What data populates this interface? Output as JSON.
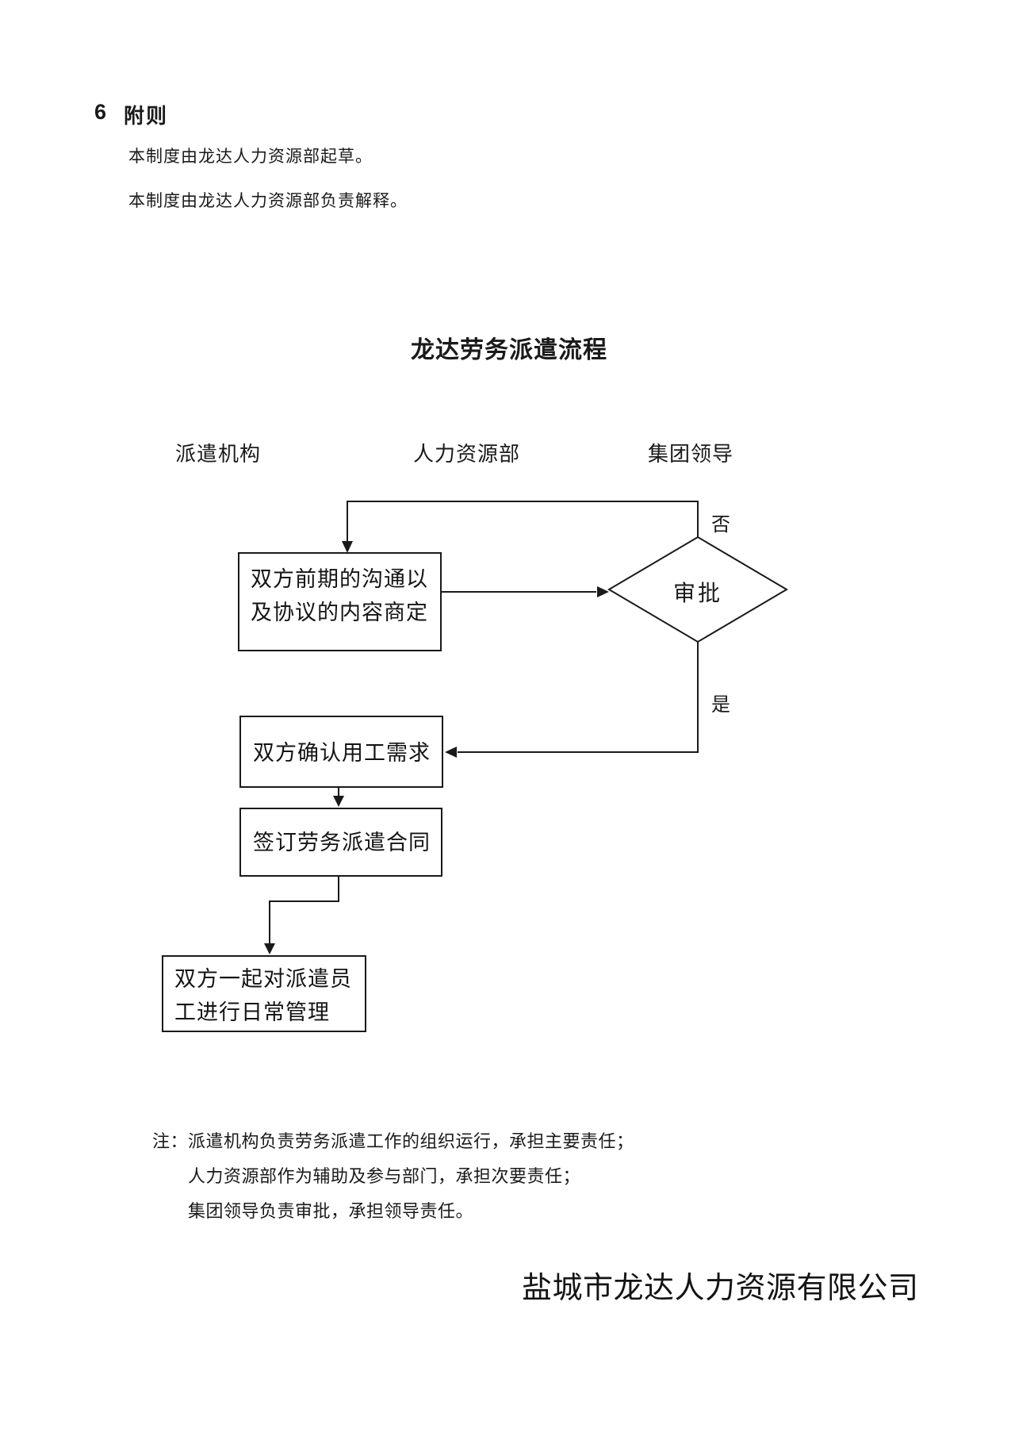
{
  "document": {
    "section_number": "6",
    "section_heading": "附则",
    "paragraph_1": "本制度由龙达人力资源部起草。",
    "paragraph_2": "本制度由龙达人力资源部负责解释。"
  },
  "flowchart": {
    "title": "龙达劳务派遣流程",
    "lanes": {
      "dispatch_agency": "派遣机构",
      "hr_department": "人力资源部",
      "group_leaders": "集团领导"
    },
    "nodes": {
      "negotiation_line_1": "双方前期的沟通以",
      "negotiation_line_2": "及协议的内容商定",
      "approval": "审批",
      "confirm_demand": "双方确认用工需求",
      "sign_contract": "签订劳务派遣合同",
      "management_line_1": "双方一起对派遣员",
      "management_line_2": "工进行日常管理"
    },
    "branch_labels": {
      "no": "否",
      "yes": "是"
    }
  },
  "notes": {
    "label": "注：",
    "line_1": "派遣机构负责劳务派遣工作的组织运行，承担主要责任；",
    "line_2": "人力资源部作为辅助及参与部门，承担次要责任；",
    "line_3": "集团领导负责审批，承担领导责任。"
  },
  "footer": {
    "company_name": "盐城市龙达人力资源有限公司"
  },
  "colors": {
    "background": "#ffffff",
    "text": "#1a1a1a",
    "line": "#1a1a1a"
  }
}
